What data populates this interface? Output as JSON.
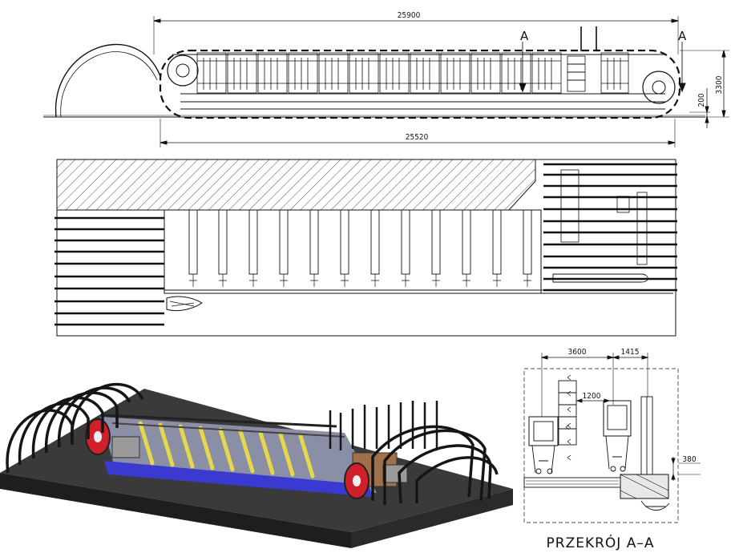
{
  "dimensions": {
    "overall_length": "25900",
    "base_length": "25520",
    "height": "3300",
    "base_offset": "200",
    "section_width_left": "3600",
    "section_width_right": "1415",
    "rail_gap": "1200",
    "floor_offset": "380"
  },
  "section_markers": {
    "left": "A",
    "right": "A"
  },
  "section_title": "PRZEKRÓJ A–A",
  "colors": {
    "line": "#111111",
    "machine_yellow": "#e6d84a",
    "chain_blue": "#3a3ad0",
    "wheel_red": "#d0202a",
    "floor": "#3a3a3a"
  }
}
